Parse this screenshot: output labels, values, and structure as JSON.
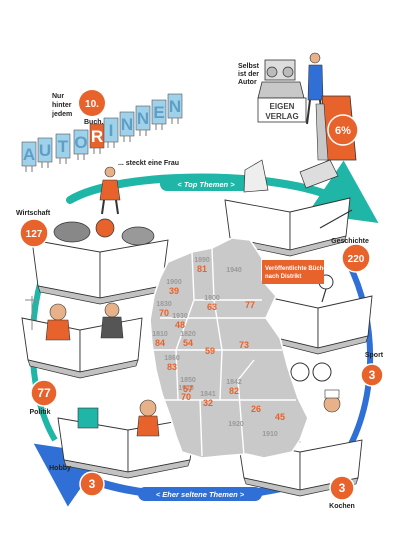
{
  "intro": {
    "line1": "Nur",
    "line2": "hinter",
    "line3": "jedem",
    "rank": "10.",
    "word": "Buch...",
    "tail": "... steckt eine Frau",
    "letters": [
      "A",
      "U",
      "T",
      "O",
      "R",
      "I",
      "N",
      "N",
      "E",
      "N"
    ]
  },
  "self_pub": {
    "line1": "Selbst",
    "line2": "ist der",
    "line3": "Autor",
    "sign1": "EIGEN",
    "sign2": "VERLAG",
    "count": "6%"
  },
  "ring": {
    "top_label": "< Top Themen >",
    "bottom_label": "< Eher seltene Themen >"
  },
  "topics": [
    {
      "name": "Wirtschaft",
      "count": "127"
    },
    {
      "name": "Geschichte",
      "count": "220"
    },
    {
      "name": "Sport",
      "count": "3"
    },
    {
      "name": "Politik",
      "count": "77"
    },
    {
      "name": "Hobby",
      "count": "3"
    },
    {
      "name": "Kochen",
      "count": "3"
    }
  ],
  "map": {
    "legend": "Veröffentlichte Bücher nach Distrikt",
    "districts": [
      {
        "year": "1890",
        "count": "81"
      },
      {
        "year": "1940",
        "count": ""
      },
      {
        "year": "1900",
        "count": "39"
      },
      {
        "year": "1800",
        "count": "63"
      },
      {
        "year": "",
        "count": "77"
      },
      {
        "year": "1830",
        "count": "70"
      },
      {
        "year": "1930",
        "count": "48"
      },
      {
        "year": "1810",
        "count": "84"
      },
      {
        "year": "1820",
        "count": "54"
      },
      {
        "year": "",
        "count": "59"
      },
      {
        "year": "",
        "count": "73"
      },
      {
        "year": "1860",
        "count": "83"
      },
      {
        "year": "1910",
        "count": "70"
      },
      {
        "year": "1850",
        "count": "57"
      },
      {
        "year": "1841",
        "count": "32"
      },
      {
        "year": "1842",
        "count": "82"
      },
      {
        "year": "",
        "count": "26"
      },
      {
        "year": "",
        "count": "45"
      },
      {
        "year": "1920",
        "count": ""
      },
      {
        "year": "1910",
        "count": ""
      }
    ]
  },
  "colors": {
    "orange": "#e8622c",
    "teal": "#1fb6a8",
    "blue": "#2f6fd6",
    "map": "#c9c9c9",
    "tile": "#9fd2ea"
  }
}
